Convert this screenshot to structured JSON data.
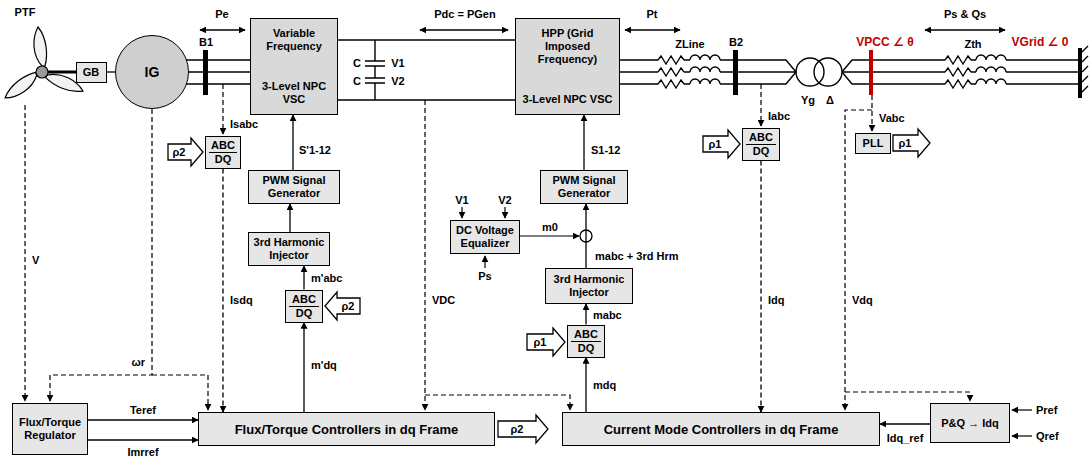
{
  "diagram": {
    "nodes": [
      {
        "text": [
          "GB"
        ]
      },
      {
        "text": [
          "IG"
        ]
      },
      {
        "text": [
          "Variable Frequency",
          "3-Level NPC VSC"
        ]
      },
      {
        "text": [
          "HPP (Grid Imposed Frequency)",
          "3-Level NPC VSC"
        ]
      },
      {
        "text": [
          "PWM Signal Generator"
        ]
      },
      {
        "text": [
          "PWM Signal Generator"
        ]
      },
      {
        "text": [
          "3rd Harmonic Injector"
        ]
      },
      {
        "text": [
          "3rd Harmonic Injector"
        ]
      },
      {
        "text": [
          "DC Voltage Equalizer"
        ]
      },
      {
        "text": [
          "ABC",
          "DQ"
        ]
      },
      {
        "text": [
          "ABC",
          "DQ"
        ]
      },
      {
        "text": [
          "ABC",
          "DQ"
        ]
      },
      {
        "text": [
          "ABC",
          "DQ"
        ]
      },
      {
        "text": [
          "PLL"
        ]
      },
      {
        "text": [
          "Flux/Torque Regulator"
        ]
      },
      {
        "text": [
          "Flux/Torque Controllers in dq Frame"
        ]
      },
      {
        "text": [
          "Current Mode Controllers in dq Frame"
        ]
      },
      {
        "text": [
          "P&Q → Idq"
        ]
      }
    ],
    "edges": [
      {
        "from": 0,
        "to": 1,
        "arrow": "none"
      },
      {
        "from": 4,
        "to": 2,
        "arrow": "to",
        "label": "S'1-12"
      },
      {
        "from": 6,
        "to": 4,
        "arrow": "to"
      },
      {
        "from": 10,
        "to": 6,
        "arrow": "to",
        "label": "m'abc"
      },
      {
        "from": 15,
        "to": 10,
        "arrow": "to",
        "label": "m'dq"
      },
      {
        "from": 14,
        "to": 15,
        "arrow": "to",
        "label": "Teref"
      },
      {
        "from": 14,
        "to": 15,
        "arrow": "to",
        "label": "Imrref"
      },
      {
        "from": 9,
        "to": 15,
        "arrow": "to",
        "label": "Isdq"
      },
      {
        "from": 5,
        "to": 3,
        "arrow": "to",
        "label": "S1-12"
      },
      {
        "from": 7,
        "to": 5,
        "arrow": "to",
        "label": "mabc + 3rd Hrm"
      },
      {
        "from": 11,
        "to": 7,
        "arrow": "to",
        "label": "mabc"
      },
      {
        "from": 16,
        "to": 11,
        "arrow": "to",
        "label": "mdq"
      },
      {
        "from": 12,
        "to": 16,
        "arrow": "to",
        "label": "Idq"
      },
      {
        "from": 17,
        "to": 16,
        "arrow": "to",
        "label": "Idq_ref"
      }
    ],
    "labels": [
      "PTF",
      "Pe",
      "Pdc = PGen",
      "Pt",
      "Ps & Qs",
      "VPCC ∠ θ",
      "VGrid ∠ 0",
      "ZLine",
      "Zth",
      "B1",
      "B2",
      "Yg",
      "Δ",
      "C",
      "C",
      "V1",
      "V2",
      "V1",
      "V2",
      "Ps",
      "m0",
      "ρ2",
      "ρ2",
      "ρ2",
      "ρ1",
      "ρ1",
      "ρ1",
      "Isabc",
      "Iabc",
      "Vabc",
      "Vdq",
      "Pref",
      "Qref",
      "VDC",
      "ωr",
      "V"
    ]
  }
}
